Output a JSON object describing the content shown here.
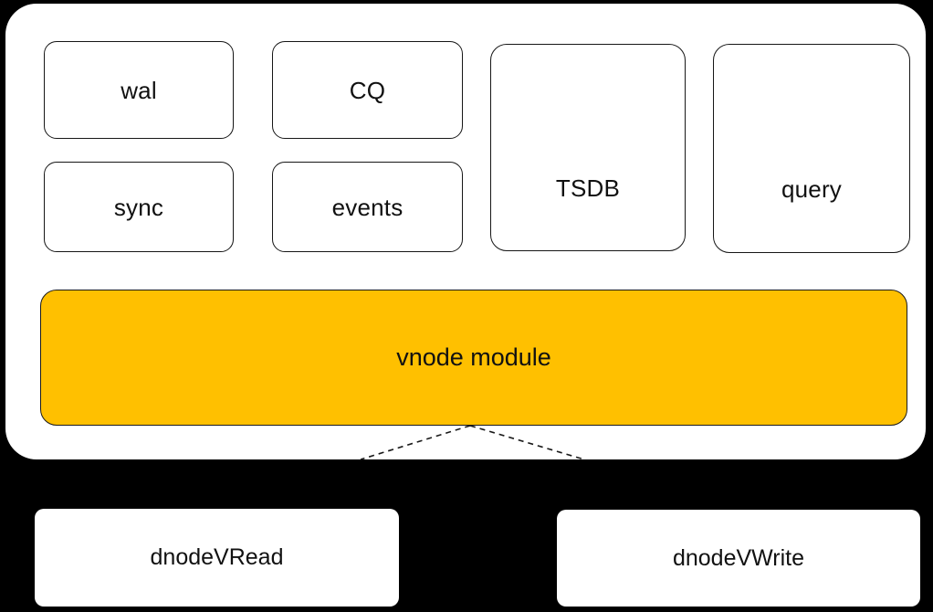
{
  "diagram": {
    "title_hidden": "",
    "colors": {
      "background": "#000000",
      "container_fill": "#FFFFFF",
      "module_border": "#161616",
      "vnode_bar_fill": "#FFC000",
      "text": "#111111",
      "connector": "#1A1A1A"
    },
    "container": {
      "name": "vnode-container",
      "fill": "#FFFFFF"
    },
    "modules": [
      {
        "id": "wal",
        "label": "wal"
      },
      {
        "id": "cq",
        "label": "CQ"
      },
      {
        "id": "sync",
        "label": "sync"
      },
      {
        "id": "events",
        "label": "events"
      },
      {
        "id": "tsdb",
        "label": "TSDB"
      },
      {
        "id": "query",
        "label": "query"
      }
    ],
    "vnode_bar": {
      "label": "vnode module"
    },
    "consumers": [
      {
        "id": "dnodevread",
        "label": "dnodeVRead"
      },
      {
        "id": "dnodevwrite",
        "label": "dnodeVWrite"
      }
    ],
    "connectors": [
      {
        "id": "vnode-to-dnodevread",
        "style": "dashed",
        "from": "vnode module",
        "to": "dnodeVRead"
      },
      {
        "id": "vnode-to-dnodevwrite",
        "style": "dashed",
        "from": "vnode module",
        "to": "dnodeVWrite"
      }
    ]
  }
}
